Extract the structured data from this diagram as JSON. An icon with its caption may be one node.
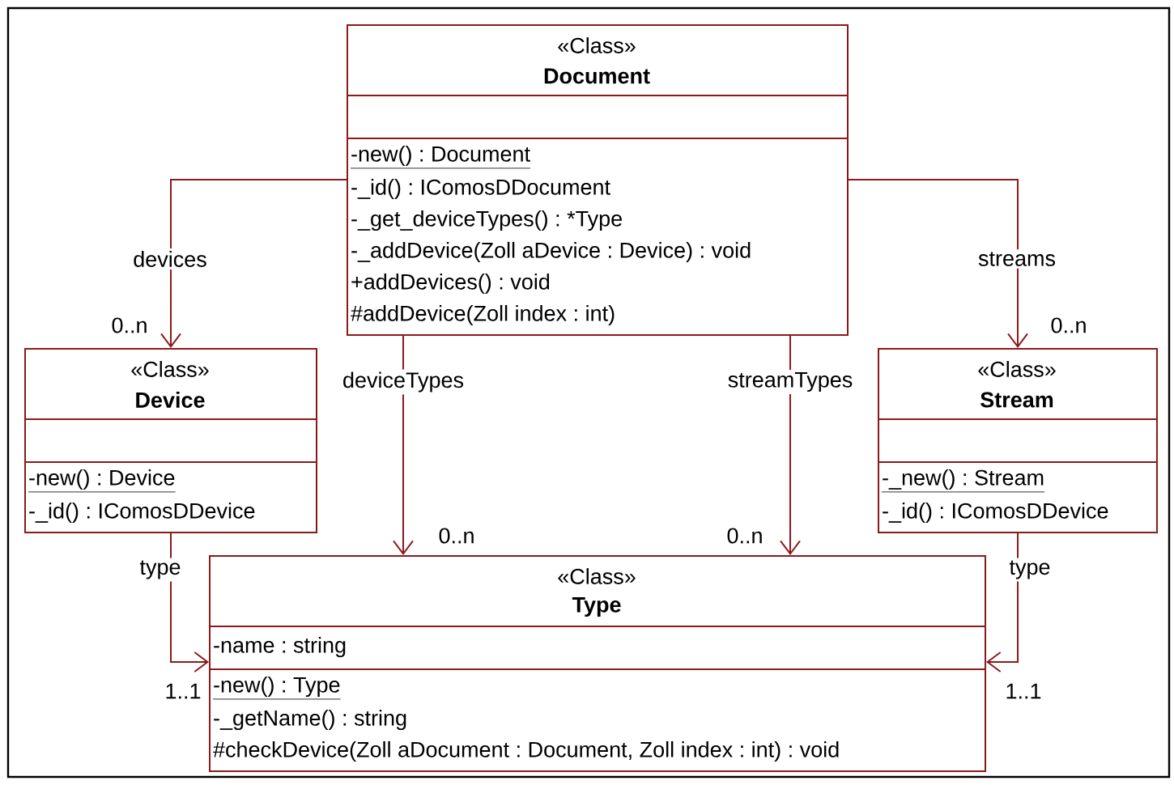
{
  "diagram": {
    "nodes": [
      {
        "text": [
          "«Class»",
          "Document",
          "-new() : Document",
          "-_id() : IComosDDocument",
          "-_get_deviceTypes() : *Type",
          "-_addDevice(Zoll aDevice : Device) : void",
          "+addDevices() : void",
          "#addDevice(Zoll index : int)"
        ]
      },
      {
        "text": [
          "«Class»",
          "Device",
          "-new() : Device",
          "-_id() : IComosDDevice"
        ]
      },
      {
        "text": [
          "«Class»",
          "Stream",
          "-_new() : Stream",
          "-_id() : IComosDDevice"
        ]
      },
      {
        "text": [
          "«Class»",
          "Type",
          "-name : string",
          "-new() : Type",
          "-_getName() : string",
          "#checkDevice(Zoll aDocument : Document, Zoll index : int) : void"
        ]
      }
    ],
    "edges": [
      {
        "from": 0,
        "to": 1,
        "arrow": "to",
        "label": "devices"
      },
      {
        "from": 0,
        "to": 2,
        "arrow": "to",
        "label": "streams"
      },
      {
        "from": 0,
        "to": 3,
        "arrow": "to",
        "label": "deviceTypes"
      },
      {
        "from": 0,
        "to": 3,
        "arrow": "to",
        "label": "streamTypes"
      },
      {
        "from": 1,
        "to": 3,
        "arrow": "to",
        "label": "type"
      },
      {
        "from": 2,
        "to": 3,
        "arrow": "to",
        "label": "type"
      }
    ],
    "labels": [
      "0..n",
      "0..n",
      "0..n",
      "0..n",
      "1..1",
      "1..1"
    ]
  }
}
